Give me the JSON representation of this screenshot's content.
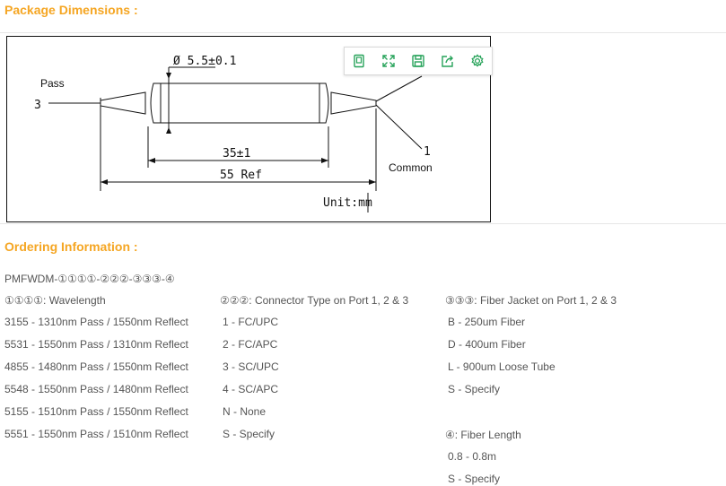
{
  "section1_title": "Package Dimensions :",
  "section2_title": "Ordering Information :",
  "drawing": {
    "diameter": "Ø 5.5±0.1",
    "pass_label": "Pass",
    "port3": "3",
    "port1": "1",
    "common_label": "Common",
    "dim_body": "35±1",
    "dim_total": "55 Ref",
    "unit": "Unit:mm"
  },
  "toolbar": {
    "icons": [
      "tablet-icon",
      "expand-icon",
      "save-icon",
      "share-icon",
      "settings-icon"
    ]
  },
  "ordering": {
    "model": "PMFWDM-①①①①-②②②-③③③-④",
    "col1": {
      "header": "①①①①: Wavelength",
      "items": [
        "3155 - 1310nm Pass / 1550nm Reflect",
        "5531 - 1550nm Pass / 1310nm Reflect",
        "4855 - 1480nm Pass / 1550nm Reflect",
        "5548 - 1550nm Pass / 1480nm Reflect",
        "5155 - 1510nm Pass / 1550nm Reflect",
        "5551 - 1550nm Pass / 1510nm Reflect"
      ]
    },
    "col2": {
      "header": "②②②: Connector Type on Port 1, 2 & 3",
      "items": [
        "1 - FC/UPC",
        "2 - FC/APC",
        "3 - SC/UPC",
        "4 - SC/APC",
        "N - None",
        "S - Specify"
      ]
    },
    "col3": {
      "header": "③③③: Fiber Jacket on Port 1, 2 & 3",
      "items": [
        "B - 250um Fiber",
        "D - 400um Fiber",
        "L - 900um Loose Tube",
        "S - Specify"
      ]
    },
    "col4": {
      "header": "④: Fiber Length",
      "items": [
        "0.8 - 0.8m",
        "S - Specify"
      ]
    }
  }
}
